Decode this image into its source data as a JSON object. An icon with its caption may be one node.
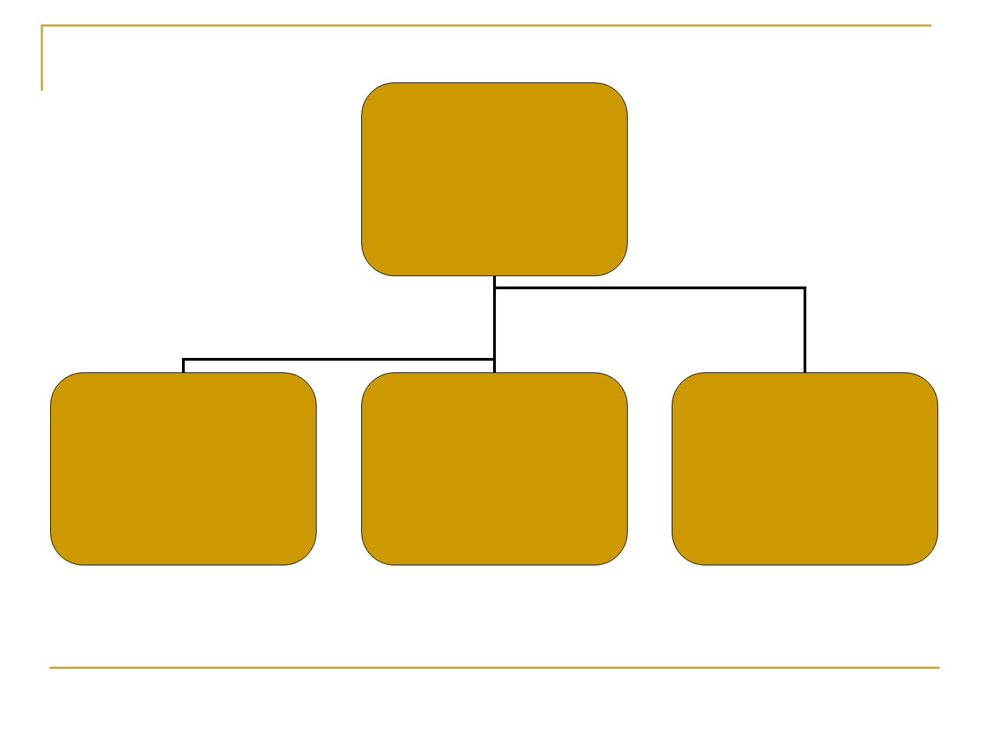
{
  "diagram": {
    "nodes": [
      {
        "text": [],
        "shape": "box"
      },
      {
        "text": [],
        "shape": "box"
      },
      {
        "text": [],
        "shape": "box"
      },
      {
        "text": [],
        "shape": "box"
      }
    ],
    "edges": [
      {
        "from": 0,
        "to": 1,
        "arrow": "none"
      },
      {
        "from": 0,
        "to": 2,
        "arrow": "none"
      },
      {
        "from": 0,
        "to": 3,
        "arrow": "none"
      }
    ]
  }
}
